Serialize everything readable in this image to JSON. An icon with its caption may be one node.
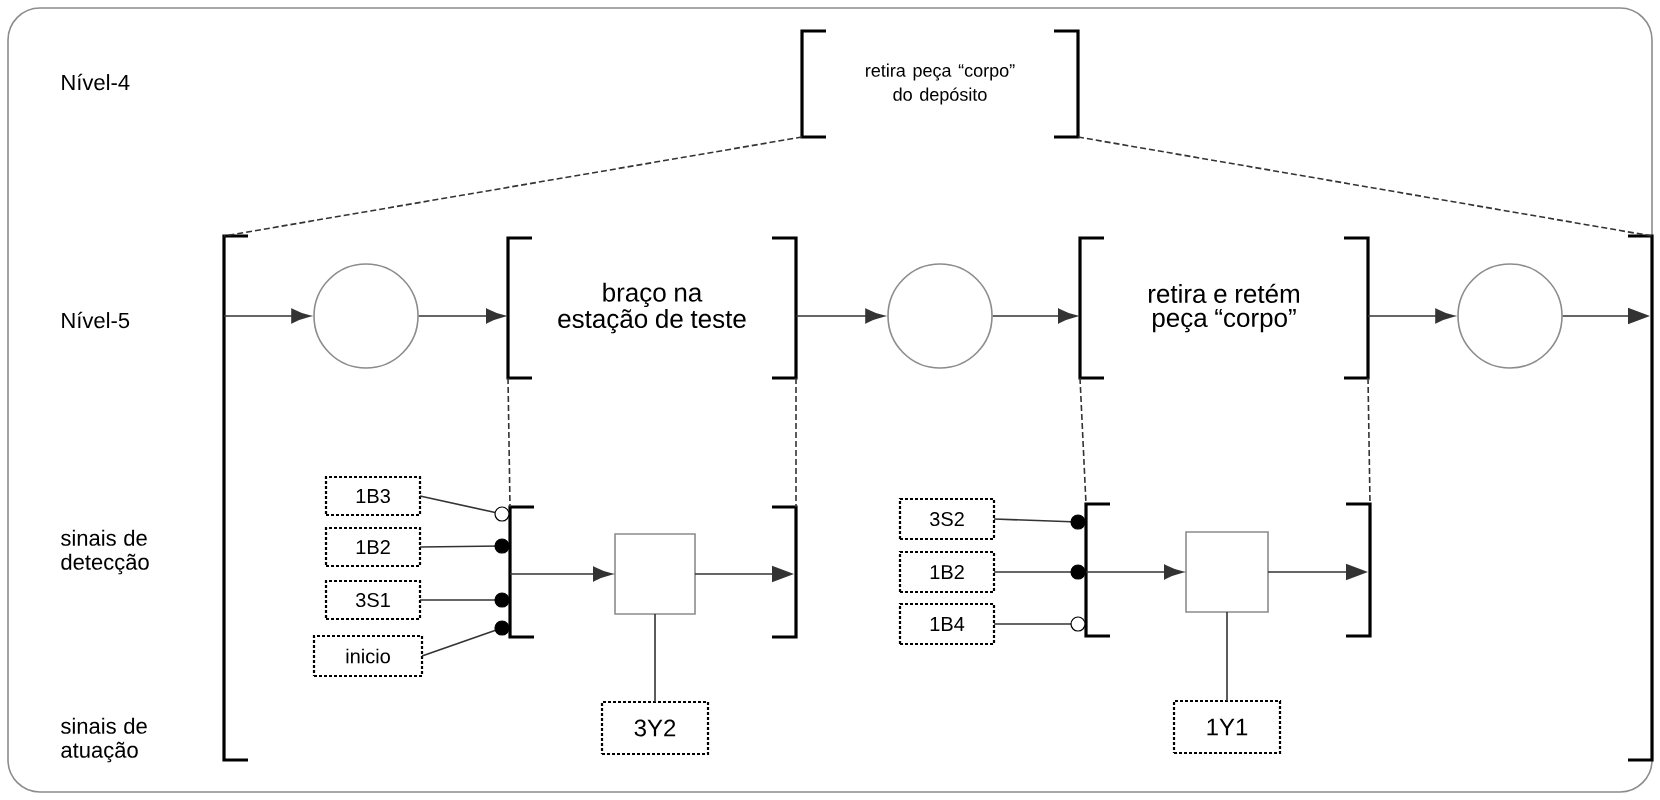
{
  "diagram": {
    "nodes": [
      {
        "text": [
          "retira peça “corpo” do depósito"
        ]
      },
      {
        "text": [],
        "shape": "bracket"
      },
      {
        "text": [],
        "shape": "circle",
        "in": 1
      },
      {
        "text": [
          "braço na estação de teste"
        ],
        "in": 1
      },
      {
        "text": [],
        "shape": "circle",
        "in": 1
      },
      {
        "text": [
          "retira e retém peça “corpo”"
        ],
        "in": 1
      },
      {
        "text": [],
        "shape": "circle",
        "in": 1
      },
      {
        "text": [],
        "shape": "bracket",
        "in": 1
      },
      {
        "text": [],
        "shape": "box",
        "in": 7
      },
      {
        "text": [
          "1B3"
        ],
        "in": 1
      },
      {
        "text": [
          "1B2"
        ],
        "in": 1
      },
      {
        "text": [
          "3S1"
        ],
        "in": 1
      },
      {
        "text": [
          "inicio"
        ],
        "in": 1
      },
      {
        "text": [
          "3Y2"
        ],
        "in": 1
      },
      {
        "text": [],
        "shape": "bracket",
        "in": 1
      },
      {
        "text": [],
        "shape": "box",
        "in": 14
      },
      {
        "text": [
          "3S2"
        ],
        "in": 1
      },
      {
        "text": [
          "1B2"
        ],
        "in": 1
      },
      {
        "text": [
          "1B4"
        ],
        "in": 1
      },
      {
        "text": [
          "1Y1"
        ],
        "in": 1
      }
    ],
    "edges": [
      {
        "from": 0,
        "to": 1,
        "arrow": "none",
        "style": "dashed"
      },
      {
        "from": 0,
        "to": 1,
        "arrow": "none",
        "style": "dashed"
      },
      {
        "from": 1,
        "to": 2,
        "arrow": "to"
      },
      {
        "from": 2,
        "to": 3,
        "arrow": "to"
      },
      {
        "from": 3,
        "to": 4,
        "arrow": "to"
      },
      {
        "from": 4,
        "to": 5,
        "arrow": "to"
      },
      {
        "from": 5,
        "to": 6,
        "arrow": "to"
      },
      {
        "from": 6,
        "to": 1,
        "arrow": "to"
      },
      {
        "from": 3,
        "to": 7,
        "arrow": "none",
        "style": "dashed"
      },
      {
        "from": 3,
        "to": 7,
        "arrow": "none",
        "style": "dashed"
      },
      {
        "from": 9,
        "to": 7,
        "arrow": "other"
      },
      {
        "from": 10,
        "to": 7,
        "arrow": "other"
      },
      {
        "from": 11,
        "to": 7,
        "arrow": "other"
      },
      {
        "from": 12,
        "to": 7,
        "arrow": "other"
      },
      {
        "from": 7,
        "to": 8,
        "arrow": "to"
      },
      {
        "from": 8,
        "to": 7,
        "arrow": "to"
      },
      {
        "from": 8,
        "to": 13,
        "arrow": "none"
      },
      {
        "from": 5,
        "to": 14,
        "arrow": "none",
        "style": "dashed"
      },
      {
        "from": 5,
        "to": 14,
        "arrow": "none",
        "style": "dashed"
      },
      {
        "from": 16,
        "to": 14,
        "arrow": "other"
      },
      {
        "from": 17,
        "to": 14,
        "arrow": "other"
      },
      {
        "from": 18,
        "to": 14,
        "arrow": "other"
      },
      {
        "from": 14,
        "to": 15,
        "arrow": "to"
      },
      {
        "from": 15,
        "to": 14,
        "arrow": "to"
      },
      {
        "from": 15,
        "to": 19,
        "arrow": "none"
      }
    ],
    "labels": [
      "Nível-4",
      "Nível-5",
      "sinais de detecção",
      "sinais de atuação"
    ]
  }
}
